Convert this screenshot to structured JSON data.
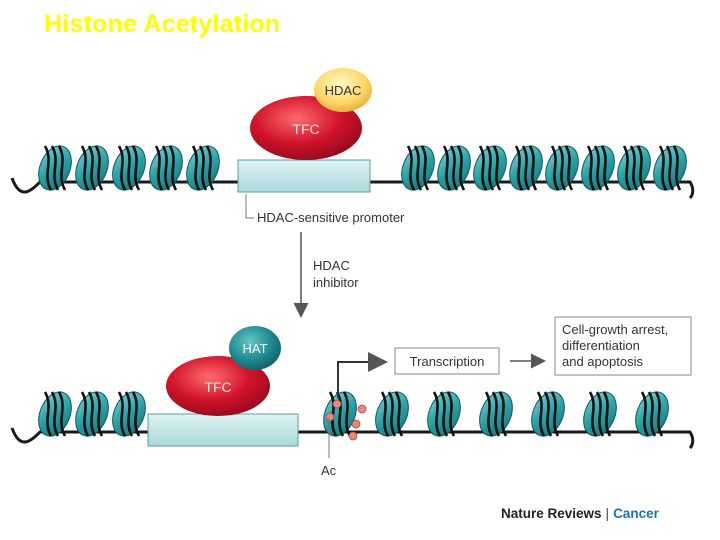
{
  "title": "Histone Acetylation",
  "top_panel": {
    "hdac_label": "HDAC",
    "tfc_label": "TFC",
    "promoter_label": "HDAC-sensitive promoter"
  },
  "arrow_label": {
    "line1": "HDAC",
    "line2": "inhibitor"
  },
  "bottom_panel": {
    "hat_label": "HAT",
    "tfc_label": "TFC",
    "transcription_label": "Transcription",
    "outcome_lines": [
      "Cell-growth arrest,",
      "differentiation",
      "and apoptosis"
    ],
    "ac_label": "Ac"
  },
  "credit": {
    "journal": "Nature Reviews",
    "section": "Cancer"
  },
  "colors": {
    "title": "#ffff00",
    "nucleosome": "#2aa1a6",
    "promoter_box": "#bfe5e5",
    "tfc": "#c8102e",
    "hdac": "#ffd966",
    "hat": "#1f8a8f",
    "acetyl": "#e88a7a",
    "credit_accent": "#1a73b8"
  }
}
